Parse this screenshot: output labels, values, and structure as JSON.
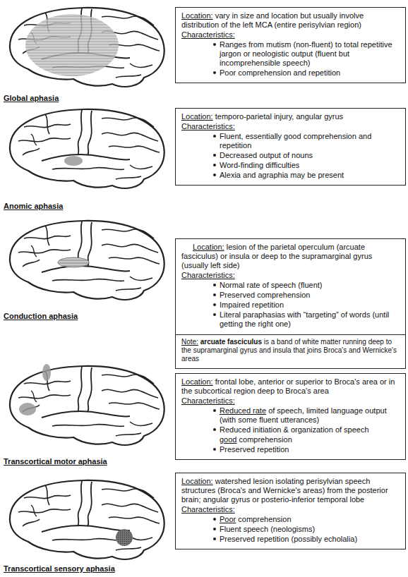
{
  "diagram": {
    "nodes": [
      {
        "text": [
          "Location:",
          "vary in size and location but usually involve distribution of the left MCA (entire perisylvian region)",
          "Characteristics:",
          "Ranges from mutism (non-fluent) to total repetitive jargon or neologistic output (fluent but incomprehensible speech)",
          "Poor comprehension and repetition"
        ]
      },
      {
        "text": [
          "Location:",
          "temporo-parietal injury, angular gyrus",
          "Characteristics:",
          "Fluent, essentially good comprehension and repetition",
          "Decreased output of nouns",
          "Word-finding difficulties",
          "Alexia and agraphia may be present"
        ]
      },
      {
        "text": [
          "Location:",
          "lesion of the parietal operculum (arcuate fasciculus) or insula or deep to the supramarginal gyrus (usually left side)",
          "Characteristics:",
          "Normal rate of speech (fluent)",
          "Preserved comprehension",
          "Impaired repetition",
          "Literal paraphasias with “targeting” of words (until getting the right one)"
        ]
      },
      {
        "text": [
          "Note:",
          "arcuate fasciculus",
          "is a band of white matter running deep to the supramarginal gyrus and insula that joins Broca's and Wernicke's areas"
        ],
        "in": 2
      },
      {
        "text": [
          "Location:",
          "frontal lobe, anterior or superior to Broca's area or in the subcortical region deep to Broca's area",
          "Characteristics:",
          "Reduced rate",
          "of speech, limited language output (with some fluent utterances)",
          "Reduced initiation & organization of speech",
          "good",
          "comprehension",
          "Preserved repetition"
        ]
      },
      {
        "text": [
          "Location:",
          "watershed lesion isolating perisylvian speech structures (Broca's and Wernicke's areas) from the posterior brain; angular gyrus or posterio-inferior temporal lobe",
          "Characteristics:",
          "Poor",
          "comprehension",
          "Fluent speech (neologisms)",
          "Preserved repetition (possibly echolalia)"
        ]
      }
    ],
    "labels": [
      "Global aphasia",
      "Anomic aphasia",
      "Conduction aphasia",
      "Transcortical motor aphasia",
      "Transcortical sensory aphasia"
    ]
  }
}
